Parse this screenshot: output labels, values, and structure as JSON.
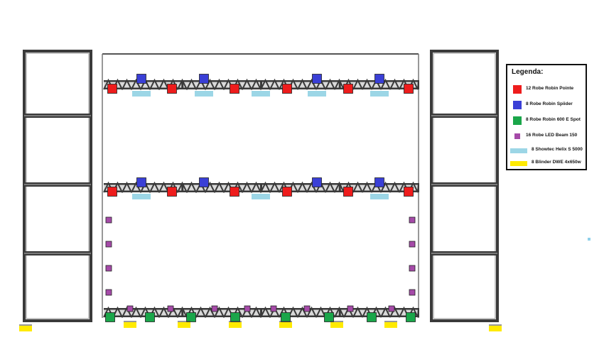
{
  "legend": {
    "title": "Legenda:",
    "items": [
      {
        "label": "12 Robe Robin Pointe",
        "color": "#ee1c1c",
        "shape": "square"
      },
      {
        "label": "8 Robe Robin Spiider",
        "color": "#3a3fd6",
        "shape": "square"
      },
      {
        "label": "8 Robe Robin 600 E Spot",
        "color": "#1aa64a",
        "shape": "square"
      },
      {
        "label": "16 Robe LED Beam 150",
        "color": "#a54aa8",
        "shape": "small-square"
      },
      {
        "label": "8 Showtec Helix S 5000",
        "color": "#9cd6e6",
        "shape": "bar"
      },
      {
        "label": "8 Blinder DWE 4x650w",
        "color": "#ffea00",
        "shape": "bar"
      }
    ]
  },
  "colors": {
    "truss": "#3a3a3a",
    "truss_light": "#8a8a8a",
    "pointe": "#ee1c1c",
    "spiider": "#3a3fd6",
    "spot": "#1aa64a",
    "beam": "#a54aa8",
    "helix": "#9cd6e6",
    "blinder": "#ffea00",
    "accent_dot": "#8fd0ea"
  }
}
